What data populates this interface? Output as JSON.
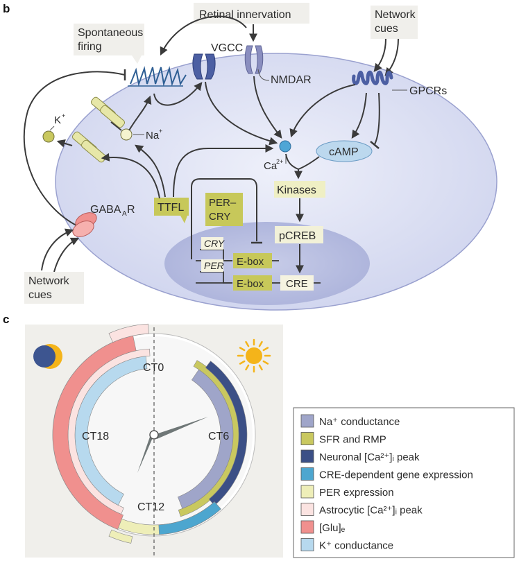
{
  "panels": {
    "b": "b",
    "c": "c"
  },
  "panel_b": {
    "labels": {
      "retinal": "Retinal innervation",
      "network_top_1": "Network",
      "network_top_2": "cues",
      "spont_1": "Spontaneous",
      "spont_2": "firing",
      "vgcc": "VGCC",
      "nmdar": "NMDAR",
      "gpcrs": "GPCRs",
      "k": "K",
      "k_sup": "+",
      "na": "Na",
      "na_sup": "+",
      "camp": "cAMP",
      "ca": "Ca",
      "ca_sup": "2+",
      "kinases": "Kinases",
      "gabaa_main": "GABA",
      "gabaa_sub": "A",
      "gabaa_end": "R",
      "ttfl": "TTFL",
      "percry_1": "PER–",
      "percry_2": "CRY",
      "pcreb": "pCREB",
      "cry": "CRY",
      "per": "PER",
      "ebox1": "E-box",
      "ebox2": "E-box",
      "cre": "CRE",
      "network_bot_1": "Network",
      "network_bot_2": "cues"
    }
  },
  "panel_c": {
    "clock_labels": {
      "ct0": "CT0",
      "ct6": "CT6",
      "ct12": "CT12",
      "ct18": "CT18"
    },
    "legend": [
      {
        "text": "Na⁺ conductance",
        "color": "#9fa5c9"
      },
      {
        "text": "SFR and RMP",
        "color": "#c9c85f"
      },
      {
        "text": "Neuronal [Ca²⁺]ᵢ peak",
        "color": "#3b4f86"
      },
      {
        "text": "CRE-dependent gene expression",
        "color": "#4da6cf"
      },
      {
        "text": "PER expression",
        "color": "#eeeeb8"
      },
      {
        "text": "Astrocytic [Ca²⁺]ᵢ peak",
        "color": "#fbe3e1"
      },
      {
        "text": "[Glu]ₑ",
        "color": "#f0908e"
      },
      {
        "text": "K⁺ conductance",
        "color": "#b7d9ee"
      }
    ]
  },
  "colors": {
    "cell": "#d9ddf2",
    "nucleus": "#b9bfe0",
    "olive": "#c7c85a",
    "pale_yellow": "#f2f0c4",
    "gpcr": "#4c5fa3",
    "vgcc": "#4c5fa3",
    "camp": "#bcd8ee",
    "ca_dot": "#4fa6d6",
    "gaba": "#f0908e",
    "sun": "#f4b41a",
    "moon_dark": "#3d5590",
    "label_box": "#f0efeb"
  }
}
